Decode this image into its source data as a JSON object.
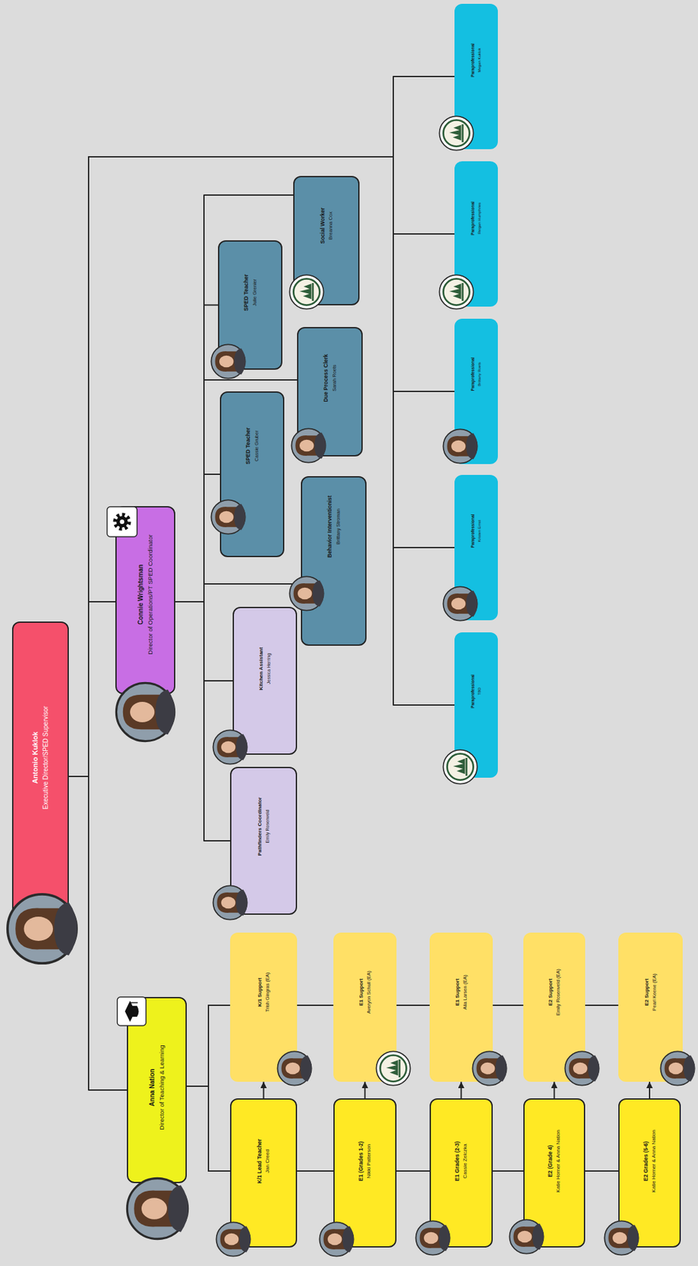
{
  "diagram": {
    "nodes": [
      {
        "text": [
          "Antonio Kuklok",
          "Executive Director/SPED Supervisor"
        ]
      },
      {
        "text": [
          "Anna Nation",
          "Director of Teaching & Learning"
        ]
      },
      {
        "text": [
          "Connie Wrightsman",
          "Director of Operations/PT SPED Coordinator"
        ]
      },
      {
        "text": [
          "K/1 Lead Teacher",
          "Jan Creed"
        ]
      },
      {
        "text": [
          "E1 (Grades 1-2)",
          "Nikki Patterson"
        ]
      },
      {
        "text": [
          "E1 Grades (2-3)",
          "Cassie Zelczka"
        ]
      },
      {
        "text": [
          "E2 (Grade 4)",
          "Katie Horner & Anna Nation"
        ]
      },
      {
        "text": [
          "E2 Grades (5-6)",
          "Katie Horner & Anna Nation"
        ]
      },
      {
        "text": [
          "K/1 Support",
          "Trish Gingras (EA)"
        ]
      },
      {
        "text": [
          "E1 Support",
          "Averyon Schull (EA)"
        ]
      },
      {
        "text": [
          "E1 Support",
          "Alia Larsen (EA)"
        ]
      },
      {
        "text": [
          "E2 Support",
          "Emily Rosenveld (EA)"
        ]
      },
      {
        "text": [
          "E2 Support",
          "Pearl Keene (EA)"
        ]
      },
      {
        "text": [
          "Pathfinders Coordinator",
          "Emily Rosenveld"
        ]
      },
      {
        "text": [
          "Kitchen Assistant",
          "Jessica Herring"
        ]
      },
      {
        "text": [
          "Behavior Interventionist",
          "Brittany Stroman"
        ]
      },
      {
        "text": [
          "SPED Teacher",
          "Cassie Gruber"
        ]
      },
      {
        "text": [
          "Due Process Clerk",
          "Sarah Roets"
        ]
      },
      {
        "text": [
          "SPED Teacher",
          "Julie Grenier"
        ]
      },
      {
        "text": [
          "Social Worker",
          "Breanna Cox"
        ]
      },
      {
        "text": [
          "Paraprofessional",
          "TBD"
        ]
      },
      {
        "text": [
          "Paraprofessional",
          "Kristen Ernst"
        ]
      },
      {
        "text": [
          "Paraprofessional",
          "Brittany Roets"
        ]
      },
      {
        "text": [
          "Paraprofessional",
          "Reigan Humphries"
        ]
      },
      {
        "text": [
          "Paraprofessional",
          "Megan Kuklok"
        ]
      }
    ],
    "edges": [
      {
        "from": 0,
        "to": 1,
        "arrow": "none"
      },
      {
        "from": 0,
        "to": 2,
        "arrow": "none"
      },
      {
        "from": 1,
        "to": 3,
        "arrow": "none"
      },
      {
        "from": 1,
        "to": 4,
        "arrow": "none"
      },
      {
        "from": 1,
        "to": 5,
        "arrow": "none"
      },
      {
        "from": 1,
        "to": 6,
        "arrow": "none"
      },
      {
        "from": 1,
        "to": 7,
        "arrow": "none"
      },
      {
        "from": 1,
        "to": 8,
        "arrow": "none"
      },
      {
        "from": 1,
        "to": 9,
        "arrow": "none"
      },
      {
        "from": 1,
        "to": 10,
        "arrow": "none"
      },
      {
        "from": 1,
        "to": 11,
        "arrow": "none"
      },
      {
        "from": 1,
        "to": 12,
        "arrow": "none"
      },
      {
        "from": 3,
        "to": 8,
        "arrow": "to"
      },
      {
        "from": 4,
        "to": 9,
        "arrow": "to"
      },
      {
        "from": 5,
        "to": 10,
        "arrow": "to"
      },
      {
        "from": 6,
        "to": 11,
        "arrow": "to"
      },
      {
        "from": 7,
        "to": 12,
        "arrow": "to"
      },
      {
        "from": 2,
        "to": 13,
        "arrow": "none"
      },
      {
        "from": 2,
        "to": 14,
        "arrow": "none"
      },
      {
        "from": 2,
        "to": 15,
        "arrow": "none"
      },
      {
        "from": 2,
        "to": 16,
        "arrow": "none"
      },
      {
        "from": 2,
        "to": 17,
        "arrow": "none"
      },
      {
        "from": 2,
        "to": 18,
        "arrow": "none"
      },
      {
        "from": 2,
        "to": 19,
        "arrow": "none"
      },
      {
        "from": 0,
        "to": 20,
        "arrow": "none"
      },
      {
        "from": 0,
        "to": 21,
        "arrow": "none"
      },
      {
        "from": 0,
        "to": 22,
        "arrow": "none"
      },
      {
        "from": 0,
        "to": 23,
        "arrow": "none"
      },
      {
        "from": 0,
        "to": 24,
        "arrow": "none"
      }
    ]
  }
}
